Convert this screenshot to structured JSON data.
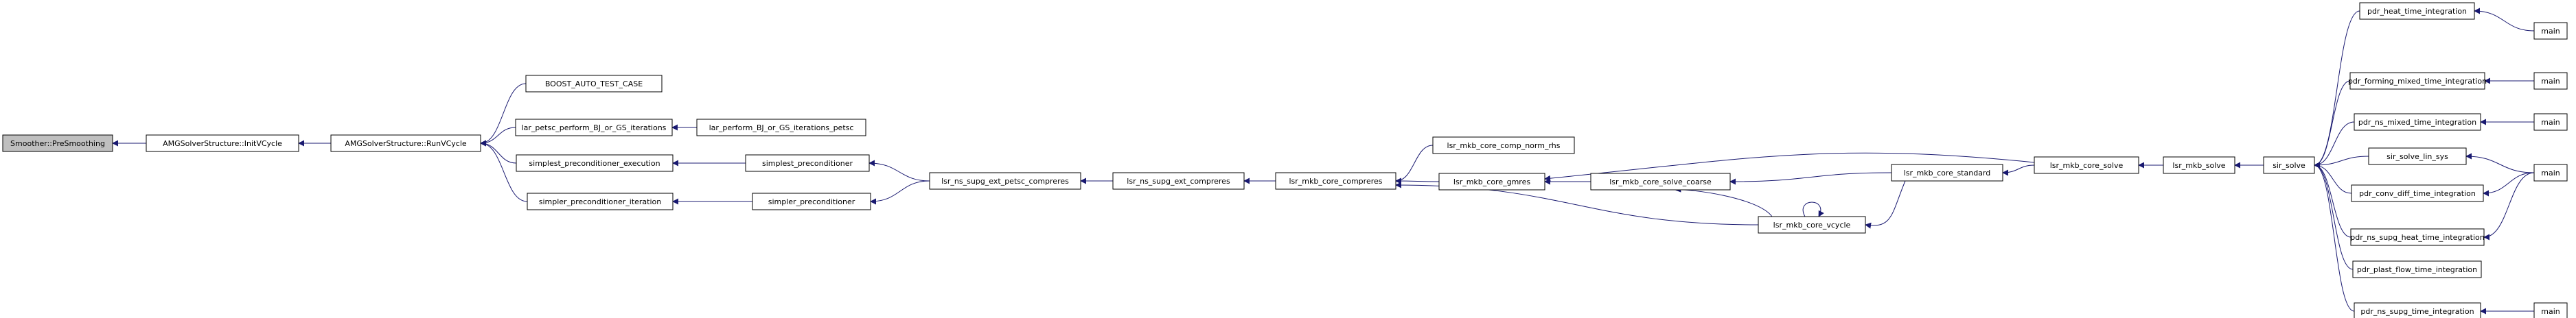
{
  "colors": {
    "root_fill": "#bfbfbf",
    "node_fill": "#ffffff",
    "node_stroke": "#000000",
    "edge": "#191970"
  },
  "nodes": {
    "n_presmoothing": "Smoother::PreSmoothing",
    "n_initvcycle": "AMGSolverStructure::InitVCycle",
    "n_runvcycle": "AMGSolverStructure::RunVCycle",
    "n_boost": "BOOST_AUTO_TEST_CASE",
    "n_lar_petsc": "lar_petsc_perform_BJ_or_GS_iterations",
    "n_lar_perform": "lar_perform_BJ_or_GS_iterations_petsc",
    "n_simplest_exec": "simplest_preconditioner_execution",
    "n_simplest": "simplest_preconditioner",
    "n_simpler_iter": "simpler_preconditioner_iteration",
    "n_simpler": "simpler_preconditioner",
    "n_lsr_petsc": "lsr_ns_supg_ext_petsc_compreres",
    "n_lsr_compreres": "lsr_ns_supg_ext_compreres",
    "n_mkb_compreres": "lsr_mkb_core_compreres",
    "n_comp_norm": "lsr_mkb_core_comp_norm_rhs",
    "n_gmres": "lsr_mkb_core_gmres",
    "n_solve_coarse": "lsr_mkb_core_solve_coarse",
    "n_vcycle": "lsr_mkb_core_vcycle",
    "n_standard": "lsr_mkb_core_standard",
    "n_core_solve": "lsr_mkb_core_solve",
    "n_mkb_solve": "lsr_mkb_solve",
    "n_sir_solve": "sir_solve",
    "n_heat": "pdr_heat_time_integration",
    "n_forming": "pdr_forming_mixed_time_integration",
    "n_ns_mixed": "pdr_ns_mixed_time_integration",
    "n_lin_sys": "sir_solve_lin_sys",
    "n_conv_diff": "pdr_conv_diff_time_integration",
    "n_supg_heat": "pdr_ns_supg_heat_time_integration",
    "n_plast": "pdr_plast_flow_time_integration",
    "n_supg": "pdr_ns_supg_time_integration",
    "n_main1": "main",
    "n_main2": "main",
    "n_main3": "main",
    "n_main4": "main",
    "n_main5": "main"
  }
}
